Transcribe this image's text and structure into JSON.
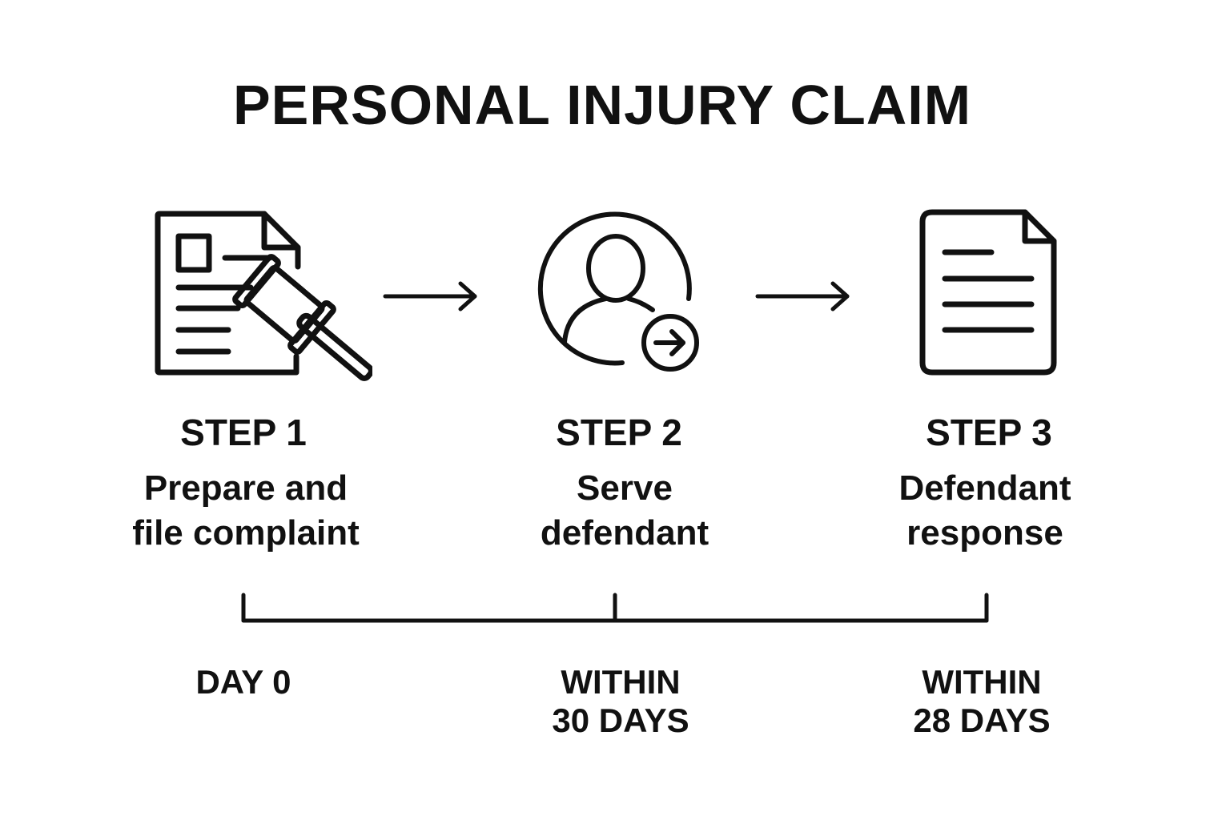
{
  "title": "PERSONAL INJURY CLAIM",
  "steps": [
    {
      "label": "STEP 1",
      "description_lines": [
        "Prepare and",
        "file complaint"
      ],
      "icon": "document-gavel-icon",
      "timing_lines": [
        "DAY 0"
      ]
    },
    {
      "label": "STEP 2",
      "description_lines": [
        "Serve",
        "defendant"
      ],
      "icon": "person-arrow-icon",
      "timing_lines": [
        "WITHIN",
        "30 DAYS"
      ]
    },
    {
      "label": "STEP 3",
      "description_lines": [
        "Defendant",
        "response"
      ],
      "icon": "document-lines-icon",
      "timing_lines": [
        "WITHIN",
        "28 DAYS"
      ]
    }
  ],
  "colors": {
    "ink": "#111111",
    "background": "#ffffff"
  }
}
